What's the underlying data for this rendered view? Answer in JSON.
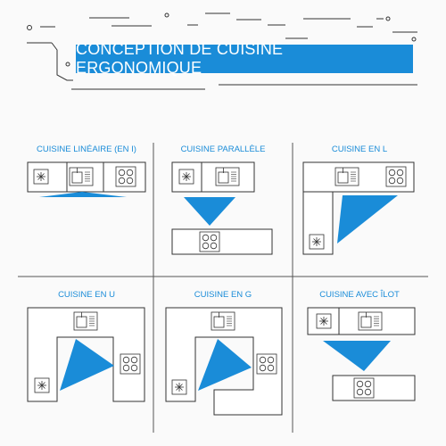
{
  "title": "CONCEPTION DE CUISINE ERGONOMIQUE",
  "panels": [
    {
      "label": "CUISINE LINÉAIRE (EN I)"
    },
    {
      "label": "CUISINE PARALLÈLE"
    },
    {
      "label": "CUISINE EN L"
    },
    {
      "label": "CUISINE EN U"
    },
    {
      "label": "CUISINE EN G"
    },
    {
      "label": "CUISINE AVEC ÎLOT"
    }
  ],
  "colors": {
    "accent": "#1a8cd8",
    "line": "#333333",
    "background": "#fafafa"
  },
  "icons": [
    "fridge-icon",
    "sink-icon",
    "stove-icon"
  ]
}
